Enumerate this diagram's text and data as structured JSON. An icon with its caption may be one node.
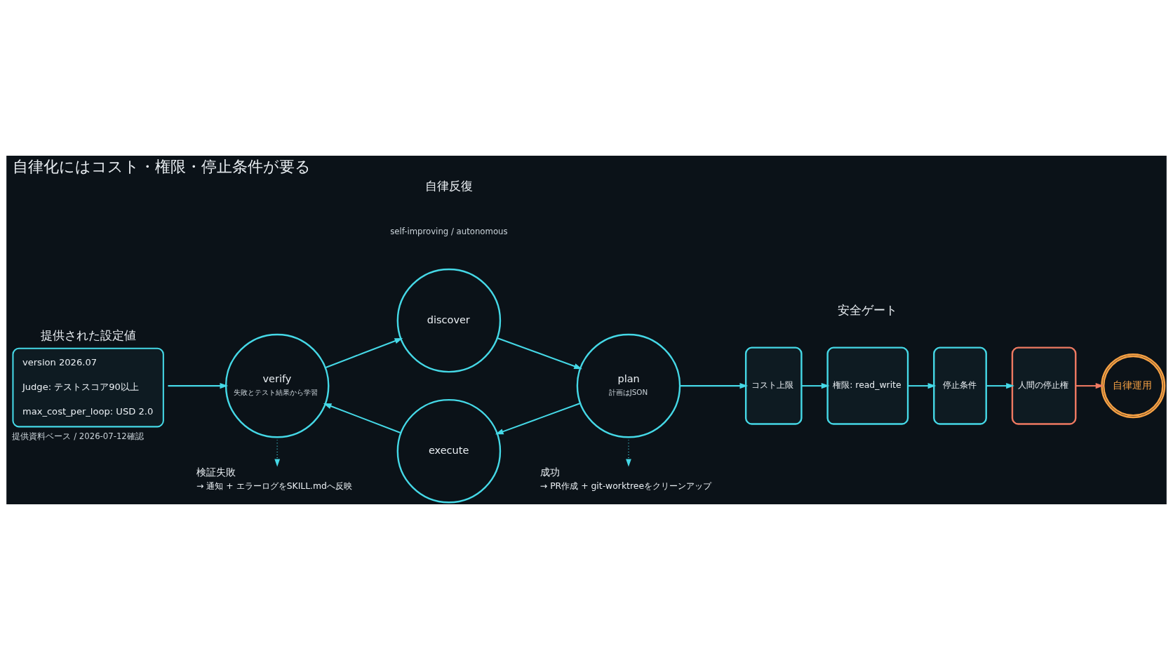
{
  "diagram": {
    "title": "自律化にはコスト・権限・停止条件が要る",
    "nodes": [
      {
        "text": [
          "提供された設定値",
          "version 2026.07",
          "Judge: テストスコア90以上",
          "max_cost_per_loop: USD 2.0"
        ],
        "beside": [
          "提供資料ベース / 2026-07-12確認"
        ]
      },
      {
        "text": [
          "discover"
        ]
      },
      {
        "text": [
          "verify",
          "失敗とテスト結果から学習"
        ]
      },
      {
        "text": [
          "plan",
          "計画はJSON"
        ]
      },
      {
        "text": [
          "execute"
        ]
      },
      {
        "text": [
          "コスト上限"
        ]
      },
      {
        "text": [
          "権限: read_write"
        ]
      },
      {
        "text": [
          "停止条件"
        ]
      },
      {
        "text": [
          "人間の停止権"
        ]
      },
      {
        "text": [
          "自律運用"
        ]
      },
      {
        "text": [
          "検証失敗",
          "→ 通知 + エラーログをSKILL.mdへ反映"
        ]
      },
      {
        "text": [
          "成功",
          "→ PR作成 + git-worktreeをクリーンアップ"
        ]
      }
    ],
    "edges": [
      {
        "from": 0,
        "to": 2,
        "arrow": "to"
      },
      {
        "from": 2,
        "to": 1,
        "arrow": "to"
      },
      {
        "from": 1,
        "to": 3,
        "arrow": "to"
      },
      {
        "from": 3,
        "to": 4,
        "arrow": "to"
      },
      {
        "from": 4,
        "to": 2,
        "arrow": "to"
      },
      {
        "from": 3,
        "to": 5,
        "arrow": "to"
      },
      {
        "from": 5,
        "to": 6,
        "arrow": "to"
      },
      {
        "from": 6,
        "to": 7,
        "arrow": "to"
      },
      {
        "from": 7,
        "to": 8,
        "arrow": "to"
      },
      {
        "from": 8,
        "to": 9,
        "arrow": "to",
        "color": "#f07a62"
      },
      {
        "from": 2,
        "to": 10,
        "arrow": "to",
        "style": "dashed"
      },
      {
        "from": 3,
        "to": 11,
        "arrow": "to",
        "style": "dashed"
      }
    ],
    "labels": [
      "自律反復",
      "self-improving / autonomous",
      "安全ゲート"
    ]
  }
}
